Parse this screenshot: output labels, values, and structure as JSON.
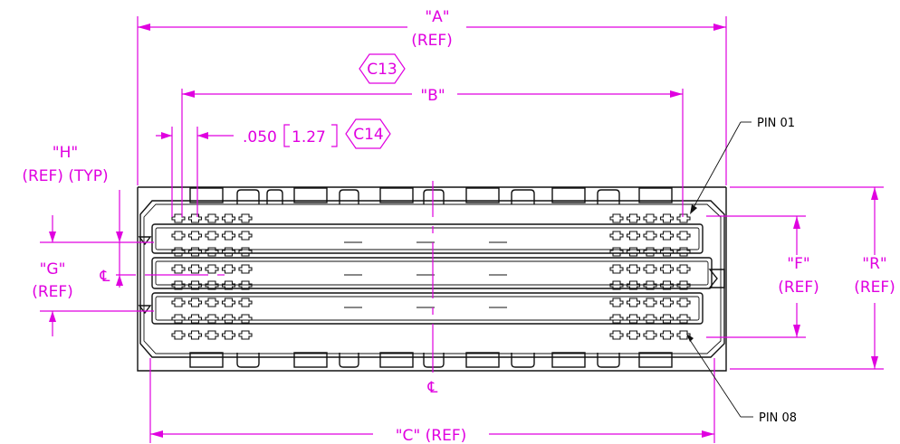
{
  "dimensions": {
    "a": "\"A\"",
    "a_ref": "(REF)",
    "b": "\"B\"",
    "c": "\"C\" (REF)",
    "f": "\"F\"",
    "f_ref": "(REF)",
    "g": "\"G\"",
    "g_ref": "(REF)",
    "h": "\"H\"",
    "h_ref": "(REF) (TYP)",
    "r": "\"R\"",
    "r_ref": "(REF)",
    "pitch": ".050",
    "pitch_mm": "1.27"
  },
  "callouts": {
    "c13": "C13",
    "c14": "C14"
  },
  "labels": {
    "pin_first": "PIN 01",
    "pin_last": "PIN 08"
  },
  "centerline_symbol": "℄",
  "colors": {
    "dimension": "#e000e0",
    "outline": "#111111",
    "background": "#ffffff"
  }
}
